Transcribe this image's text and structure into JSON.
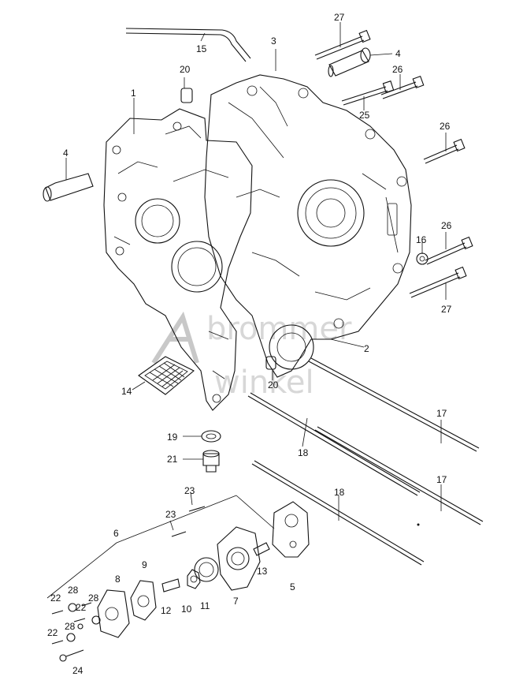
{
  "watermark": {
    "line1": "brommer",
    "line2": "winkel"
  },
  "callouts": [
    "1",
    "2",
    "3",
    "4",
    "4",
    "5",
    "6",
    "7",
    "8",
    "9",
    "10",
    "11",
    "12",
    "13",
    "14",
    "15",
    "16",
    "17",
    "17",
    "18",
    "18",
    "19",
    "20",
    "20",
    "21",
    "22",
    "22",
    "22",
    "23",
    "23",
    "24",
    "25",
    "26",
    "26",
    "26",
    "27",
    "27",
    "28",
    "28",
    "28"
  ]
}
